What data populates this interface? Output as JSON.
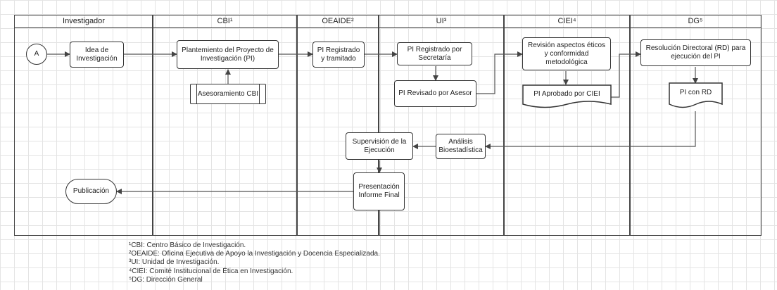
{
  "lanes": [
    {
      "title": "Investigador"
    },
    {
      "title": "CBI¹"
    },
    {
      "title": "OEAIDE²"
    },
    {
      "title": "UI³"
    },
    {
      "title": "CIEI⁴"
    },
    {
      "title": "DG⁵"
    }
  ],
  "nodes": {
    "start": "A",
    "idea": "Idea de Investigación",
    "planteamiento": "Plantemiento del Proyecto de Investigación (PI)",
    "asesoramiento": "Asesoramiento CBI",
    "registrado_tramitado": "PI Registrado y tramitado",
    "registrado_secretaria": "PI Registrado por Secretaría",
    "revisado_asesor": "PI Revisado por Asesor",
    "revision_etica": "Revisión aspectos éticos y conformidad metodológica",
    "aprobado_ciei": "PI Aprobado por CIEI",
    "resolucion": "Resolución Directoral (RD) para ejecución del PI",
    "pi_rd": "PI con RD",
    "analisis": "Análisis Bioestadística",
    "supervision": "Supervisión de la Ejecución",
    "presentacion": "Presentación Informe Final",
    "publicacion": "Publicación"
  },
  "footnotes": [
    "¹CBI: Centro Básico de Investigación.",
    "²OEAIDE: Oficina Ejecutiva de Apoyo la Investigación y Docencia Especializada.",
    "³UI: Unidad de Investigación.",
    "⁴CIEI: Comité Institucional de Ética en Investigación.",
    "⁵DG: Dirección General"
  ]
}
